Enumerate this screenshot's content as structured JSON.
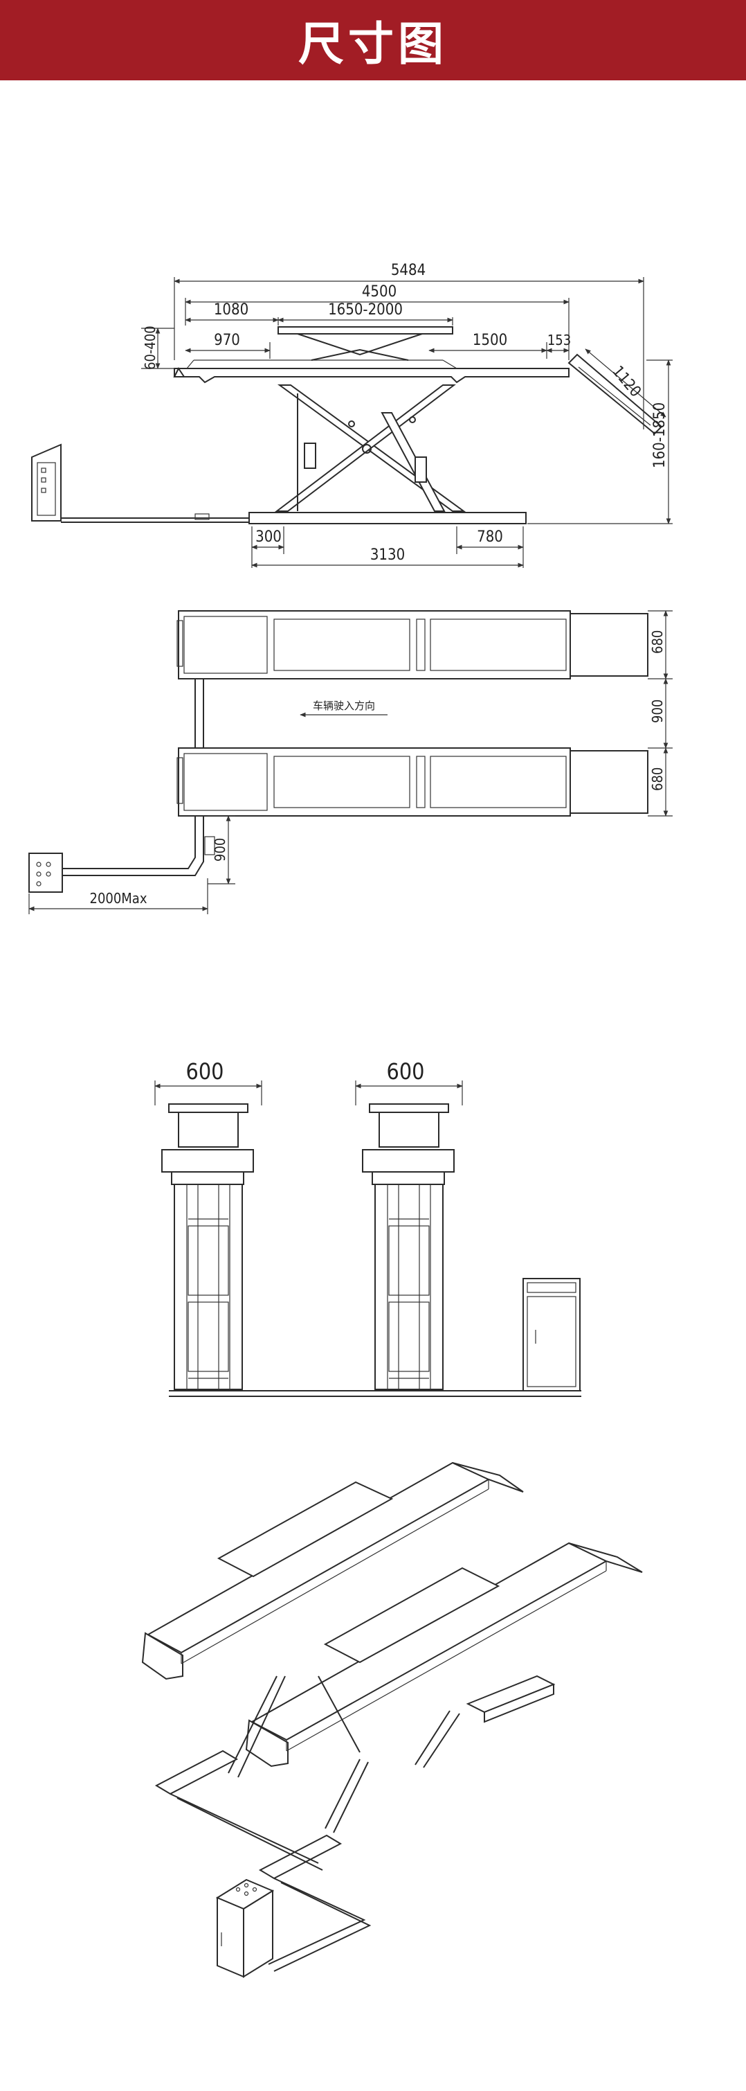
{
  "header": {
    "title": "尺寸图",
    "bg_color": "#a21d25",
    "text_color": "#ffffff"
  },
  "side_view": {
    "dims": {
      "overall_length": "5484",
      "platform_length": "4500",
      "front_offset": "1080",
      "extension_range": "1650-2000",
      "front_short": "970",
      "rear_segment": "1500",
      "rear_small": "153",
      "ramp_length": "1120",
      "platform_height": "60-400",
      "lift_height": "160-1850",
      "base_front": "300",
      "base_rear": "780",
      "base_length": "3130"
    }
  },
  "top_view": {
    "dims": {
      "track_width_upper": "680",
      "track_gap": "900",
      "track_width_lower": "680",
      "hose_offset": "900",
      "hose_max": "2000Max"
    },
    "direction_label": "车辆驶入方向"
  },
  "front_view": {
    "dims": {
      "left_width": "600",
      "right_width": "600"
    }
  },
  "isometric_view": {}
}
